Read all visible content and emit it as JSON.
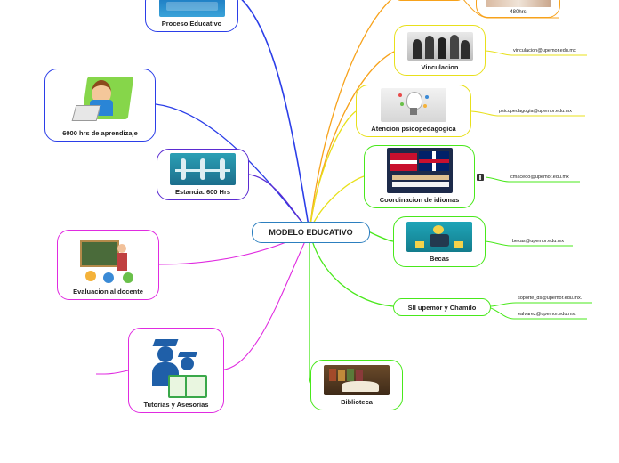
{
  "center": {
    "label": "MODELO EDUCATIVO"
  },
  "nodes": {
    "proceso": {
      "label": "Proceso Educativo"
    },
    "aprendizaje": {
      "label": "6000 hrs de aprendizaje"
    },
    "estancia": {
      "label": "Estancia. 600 Hrs"
    },
    "evaluacion": {
      "label": "Evaluacion al docente"
    },
    "tutorias": {
      "label": "Tutorias y Asesorias"
    },
    "vinculacion": {
      "label": "Vinculacion"
    },
    "psicopedagogica": {
      "label": "Atencion psicopedagogica"
    },
    "idiomas": {
      "label": "Coordinacion de idiomas"
    },
    "becas": {
      "label": "Becas"
    },
    "sii": {
      "label": "SII upemor y Chamilo"
    },
    "biblioteca": {
      "label": "Biblioteca"
    },
    "hrs480": {
      "label": "480hrs"
    }
  },
  "leaves": {
    "vinculacion": "vinculacion@upemor.edu.mx",
    "psicopedagogia": "psicopedagogia@upemor.edu.mx",
    "idiomas": "cmacedo@upemor.edu.mx",
    "becas": "becas@upemor.edu.mx",
    "soporte": "soporte_ds@upemor.edu.mx.",
    "ealvarez": "ealvarez@upemor.edu.mx."
  },
  "colors": {
    "blue": "#2b3ee8",
    "purple": "#5b2bd1",
    "magenta": "#e02be0",
    "orange": "#f7a21b",
    "yellow": "#e8e01b",
    "green": "#49e81b",
    "center_border": "#2c7fbf"
  }
}
